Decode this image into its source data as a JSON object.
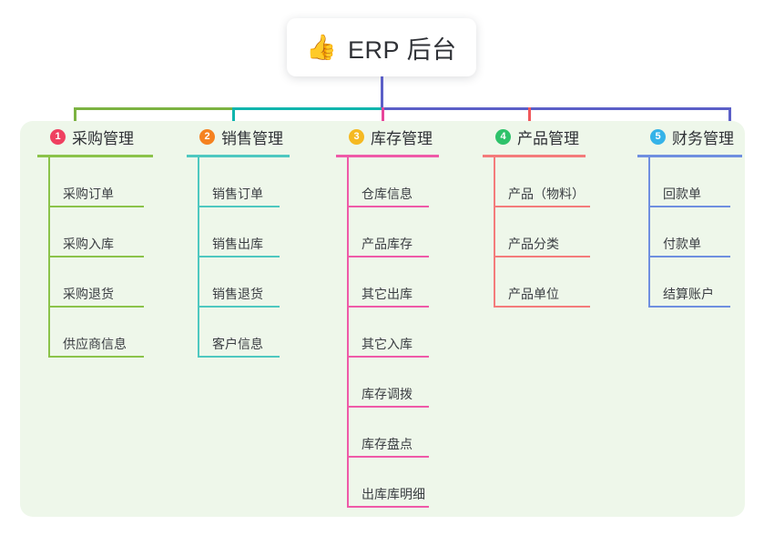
{
  "page": {
    "background": "#ffffff",
    "panel_background": "#eef7ea"
  },
  "root": {
    "icon": "thumbs-up-icon",
    "emoji": "👍",
    "title": "ERP 后台"
  },
  "connector_colors": {
    "trunk": "#5b5fc7",
    "seg_green": "#7cb342",
    "seg_teal": "#0fb5ad",
    "seg_blue": "#5b5fc7",
    "drop_1": "#7cb342",
    "drop_2": "#0fb5ad",
    "drop_3": "#e8459a",
    "drop_4": "#f0585b",
    "drop_5": "#5b5fc7"
  },
  "columns": [
    {
      "index": "1",
      "title": "采购管理",
      "badge_color": "#ef4060",
      "accent": "#8bc34a",
      "items": [
        "采购订单",
        "采购入库",
        "采购退货",
        "供应商信息"
      ]
    },
    {
      "index": "2",
      "title": "销售管理",
      "badge_color": "#f58220",
      "accent": "#4ec8c0",
      "items": [
        "销售订单",
        "销售出库",
        "销售退货",
        "客户信息"
      ]
    },
    {
      "index": "3",
      "title": "库存管理",
      "badge_color": "#f5b921",
      "accent": "#ef5aa8",
      "items": [
        "仓库信息",
        "产品库存",
        "其它出库",
        "其它入库",
        "库存调拨",
        "库存盘点",
        "出库库明细"
      ]
    },
    {
      "index": "4",
      "title": "产品管理",
      "badge_color": "#2ec26a",
      "accent": "#f47b7b",
      "items": [
        "产品（物料）",
        "产品分类",
        "产品单位"
      ]
    },
    {
      "index": "5",
      "title": "财务管理",
      "badge_color": "#35b3e8",
      "accent": "#6f8fe0",
      "items": [
        "回款单",
        "付款单",
        "结算账户"
      ]
    }
  ]
}
